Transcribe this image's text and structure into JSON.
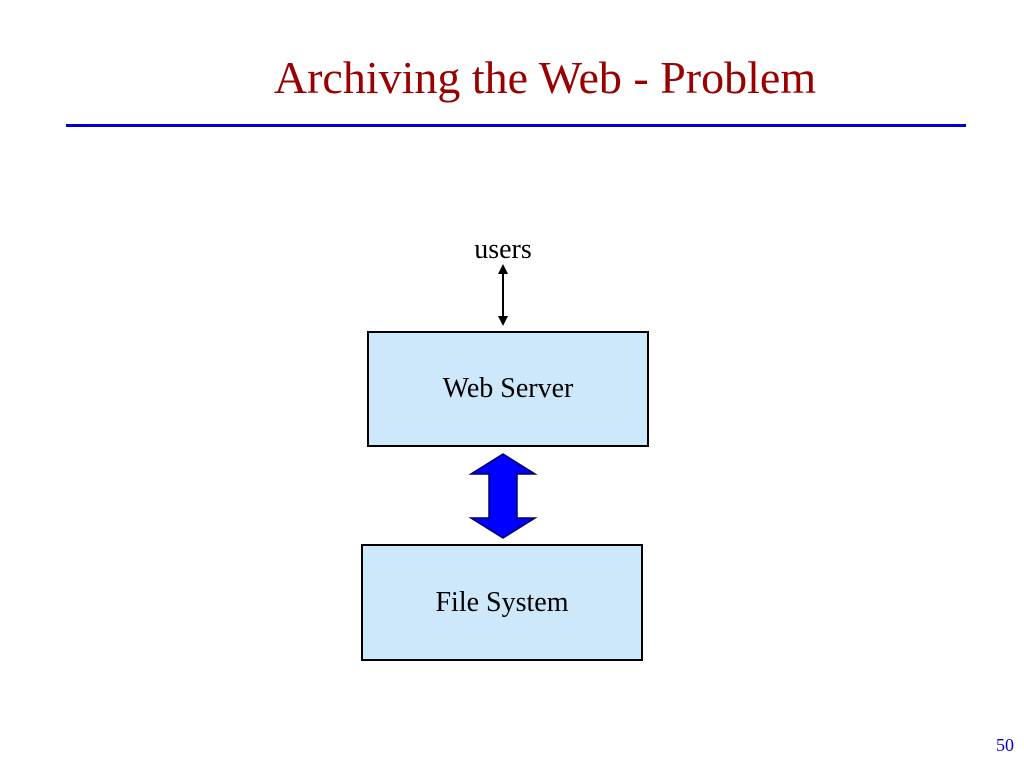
{
  "slide": {
    "title": "Archiving the Web - Problem",
    "page_number": "50"
  },
  "diagram": {
    "users_label": "users",
    "nodes": [
      {
        "id": "web-server",
        "label": "Web Server"
      },
      {
        "id": "file-system",
        "label": "File System"
      }
    ],
    "edges": [
      {
        "from": "users",
        "to": "web-server",
        "style": "thin-double-arrow"
      },
      {
        "from": "web-server",
        "to": "file-system",
        "style": "block-double-arrow"
      }
    ]
  },
  "colors": {
    "title": "#990000",
    "rule": "#0000cc",
    "box_fill": "#cce8fa",
    "block_arrow": "#0000ff",
    "page_number": "#0000cc"
  }
}
